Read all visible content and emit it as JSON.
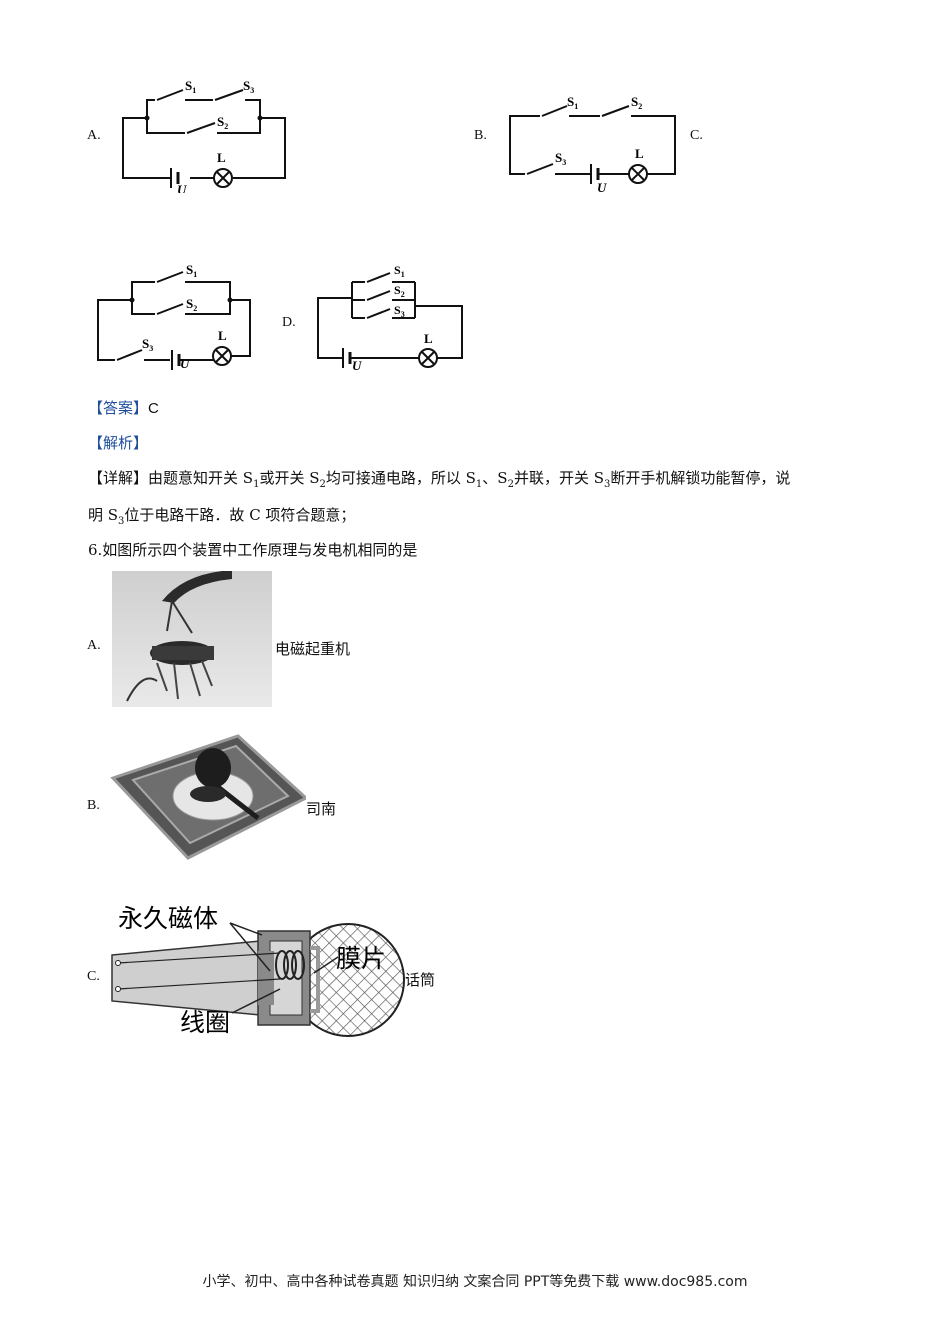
{
  "options_row1": {
    "a_label": "A.",
    "b_label": "B.",
    "c_label": "C."
  },
  "options_row2": {
    "d_label": "D."
  },
  "circuit_labels": {
    "s1": "S",
    "s1_sub": "1",
    "s2": "S",
    "s2_sub": "2",
    "s3": "S",
    "s3_sub": "3",
    "lamp": "L",
    "battery": "U"
  },
  "answer": {
    "tag": "【答案】",
    "value": "C"
  },
  "analysis": {
    "tag": "【解析】"
  },
  "detail": {
    "tag": "【详解】",
    "line1_a": "由题意知开关 S",
    "line1_s1": "1",
    "line1_b": "或开关 S",
    "line1_s2": "2",
    "line1_c": "均可接通电路，所以 S",
    "line1_s1b": "1",
    "line1_d": "、S",
    "line1_s2b": "2",
    "line1_e": "并联，开关 S",
    "line1_s3": "3",
    "line1_f": "断开手机解锁功能暂停，说",
    "line2_a": "明 S",
    "line2_s3": "3",
    "line2_b": "位于电路干路．故 C 项符合题意；"
  },
  "question6": {
    "stem": "6.如图所示四个装置中工作原理与发电机相同的是",
    "option_a_label": "A.",
    "option_a_caption": "电磁起重机",
    "option_b_label": "B.",
    "option_b_caption": "司南",
    "option_c_label": "C.",
    "option_c_caption": "话筒",
    "mic_labels": {
      "magnet": "永久磁体",
      "diaphragm": "膜片",
      "coil": "线圈"
    }
  },
  "footer": {
    "text": "小学、初中、高中各种试卷真题 知识归纳 文案合同 PPT等免费下载   www.doc985.com"
  }
}
